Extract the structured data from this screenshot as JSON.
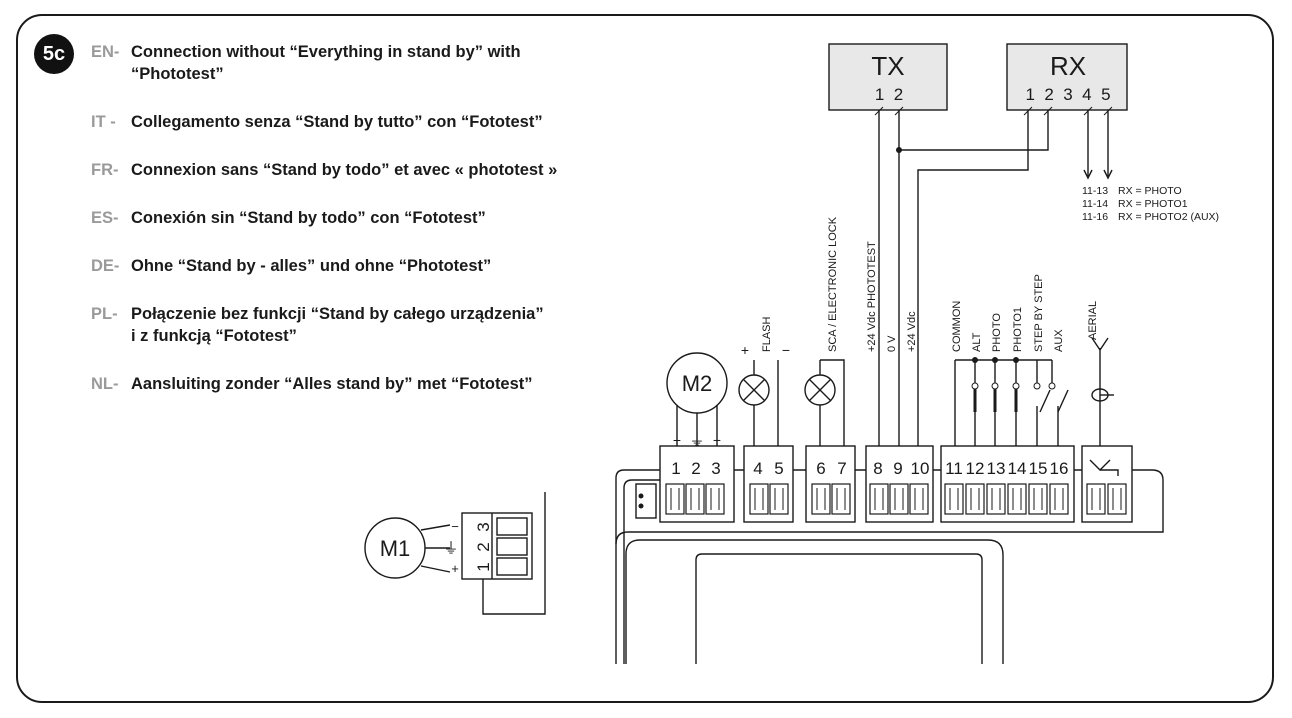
{
  "badge": "5c",
  "languages": [
    {
      "code": "EN-",
      "line1": "Connection without “Everything in stand by” with",
      "line2": "“Phototest”"
    },
    {
      "code": "IT -",
      "line1": "Collegamento senza “Stand by tutto” con “Fototest”",
      "line2": ""
    },
    {
      "code": "FR-",
      "line1": "Connexion sans “Stand by todo” et avec « phototest »",
      "line2": ""
    },
    {
      "code": "ES-",
      "line1": "Conexión sin “Stand by todo” con “Fototest”",
      "line2": ""
    },
    {
      "code": "DE-",
      "line1": "Ohne “Stand by - alles” und ohne “Phototest”",
      "line2": ""
    },
    {
      "code": "PL-",
      "line1": "Połączenie bez funkcji “Stand by całego urządzenia”",
      "line2": "i z funkcją “Fototest”"
    },
    {
      "code": "NL-",
      "line1": "Aansluiting zonder “Alles stand by” met “Fototest”",
      "line2": ""
    }
  ],
  "tx": {
    "label": "TX",
    "terminals": "1  2"
  },
  "rx": {
    "label": "RX",
    "terminals": "1  2  3  4  5"
  },
  "rx_notes": [
    {
      "code": "11-13",
      "text": "RX = PHOTO"
    },
    {
      "code": "11-14",
      "text": "RX = PHOTO1"
    },
    {
      "code": "11-16",
      "text": "RX = PHOTO2 (AUX)"
    }
  ],
  "motors": {
    "m2": "M2",
    "m1": "M1"
  },
  "signs": {
    "plus": "+",
    "minus": "−",
    "ground": "⏚"
  },
  "terminal_numbers": [
    "1",
    "2",
    "3",
    "4",
    "5",
    "6",
    "7",
    "8",
    "9",
    "10",
    "11",
    "12",
    "13",
    "14",
    "15",
    "16"
  ],
  "m1_terminals": [
    "3",
    "2",
    "1"
  ],
  "labels": {
    "flash": "FLASH",
    "sca": "SCA / ELECTRONIC LOCK",
    "v24_phototest": "+24 Vdc PHOTOTEST",
    "v0": "0 V",
    "v24": "+24 Vdc",
    "common": "COMMON",
    "alt": "ALT",
    "photo": "PHOTO",
    "photo1": "PHOTO1",
    "step": "STEP BY STEP",
    "aux": "AUX",
    "aerial": "AERIAL"
  }
}
